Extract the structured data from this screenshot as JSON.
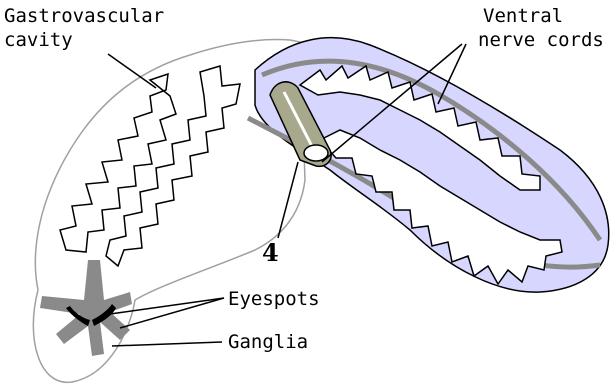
{
  "labels": {
    "gastro_line1": "Gastrovascular",
    "gastro_line2": "cavity",
    "ventral_line1": "Ventral",
    "ventral_line2": "nerve cords",
    "number": "4",
    "eyespots": "Eyespots",
    "ganglia": "Ganglia"
  },
  "colors": {
    "pharynx_fill": "#d6d6ff",
    "nerve_cord": "#8a8a8a",
    "ganglia": "#8a8a8a",
    "tube": "#a8a88c",
    "outline": "#000000"
  }
}
